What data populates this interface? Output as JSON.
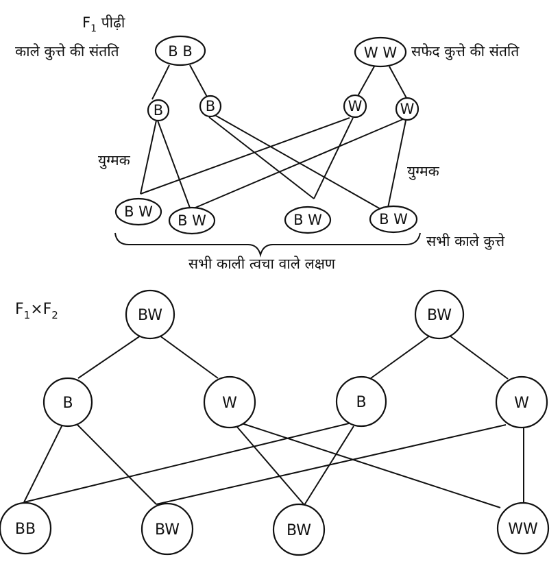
{
  "f1_section": {
    "title_main": "F",
    "title_sub": "1",
    "title_rest": " पीढ़ी",
    "left_parent_label": "काले कुत्ते की संतति",
    "right_parent_label": "सफेद कुत्ते की संतति",
    "left_parent": "B B",
    "right_parent": "W W",
    "gametes": [
      "B",
      "B",
      "W",
      "W"
    ],
    "gamete_label_left": "युग्मक",
    "gamete_label_right": "युग्मक",
    "offspring": [
      "B W",
      "B W",
      "B W",
      "B W"
    ],
    "all_black_dogs": "सभी काले कुत्ते",
    "all_black_skin": "सभी काली त्वचा वाले लक्षण"
  },
  "f2_section": {
    "title_f": "F",
    "title_sub1": "1",
    "title_x": "×F",
    "title_sub2": "2",
    "parents": [
      "BW",
      "BW"
    ],
    "gametes": [
      "B",
      "W",
      "B",
      "W"
    ],
    "offspring": [
      "BB",
      "BW",
      "BW",
      "WW"
    ]
  }
}
